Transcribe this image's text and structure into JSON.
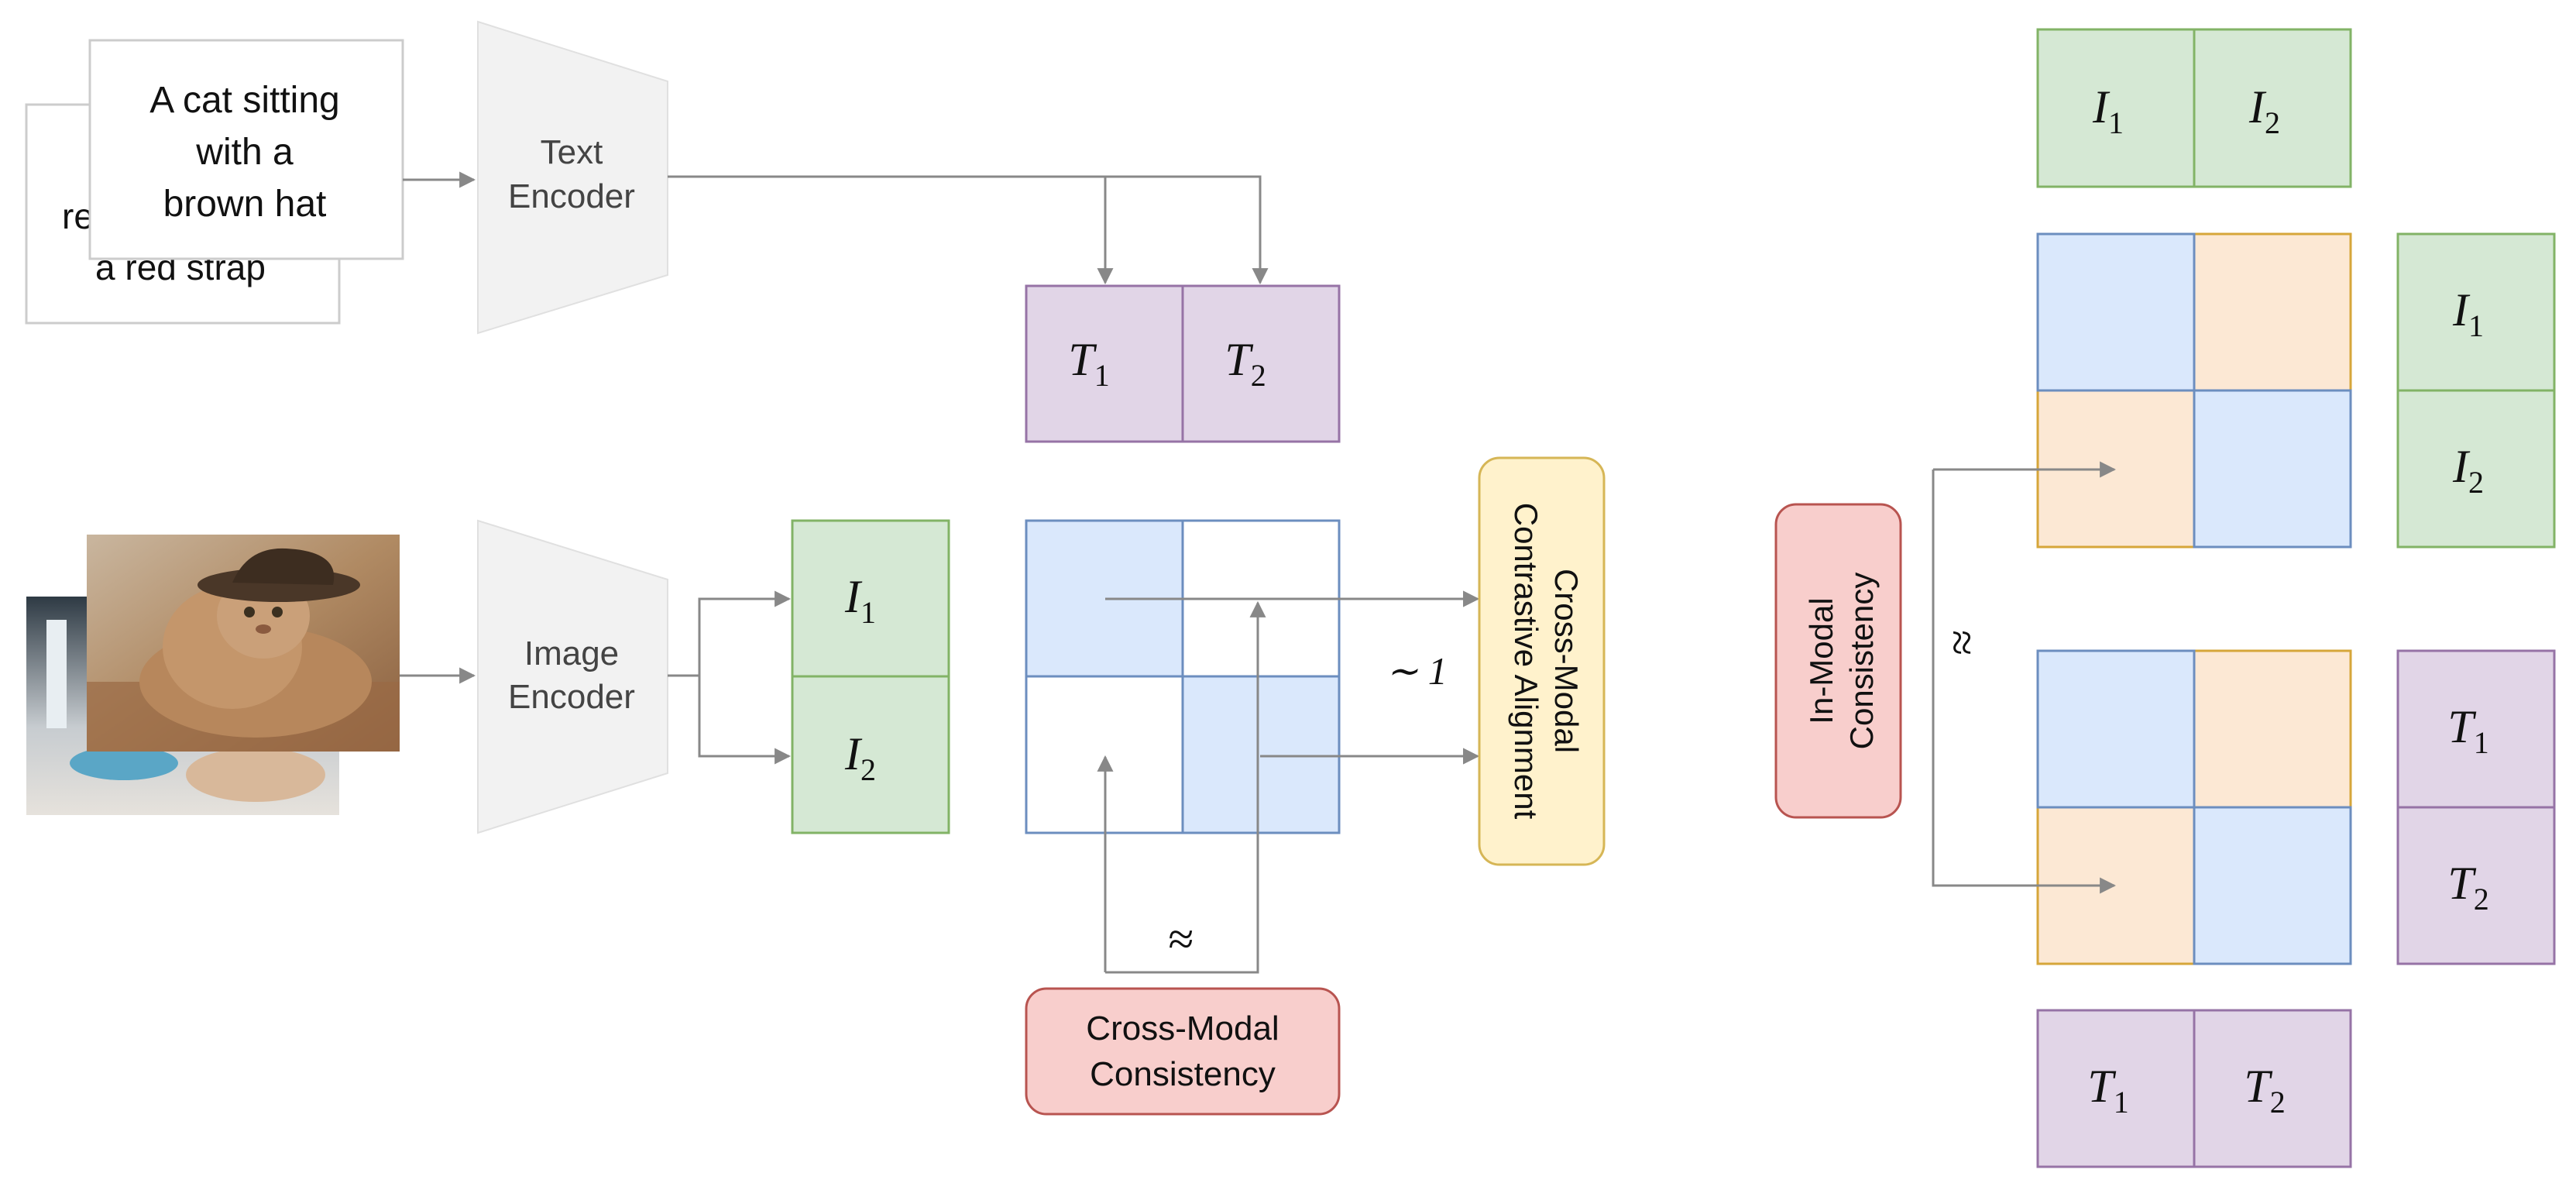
{
  "text_cards": {
    "back_card_lines": [
      "re",
      "a red strap"
    ],
    "front_card_lines": [
      "A cat sitting",
      "with a",
      "brown hat"
    ]
  },
  "encoders": {
    "text": [
      "Text",
      "Encoder"
    ],
    "image": [
      "Image",
      "Encoder"
    ]
  },
  "symbols": {
    "T": "T",
    "I": "I",
    "one": "1",
    "two": "2",
    "approx": "≈",
    "tilde_one": "∼ 1"
  },
  "labels": {
    "contrastive": [
      "Cross-Modal",
      "Contrastive Alignment"
    ],
    "cross_modal_consistency": [
      "Cross-Modal",
      "Consistency"
    ],
    "in_modal_consistency": [
      "In-Modal",
      "Consistency"
    ]
  },
  "colors": {
    "green_fill": "#d5e8d4",
    "green_stroke": "#82b366",
    "purple_fill": "#e1d5e7",
    "purple_stroke": "#9673a6",
    "blue_fill": "#dae8fc",
    "blue_stroke": "#6c8ebf",
    "orange_fill": "#fce8d4",
    "orange_stroke": "#d6a63a",
    "yellow_fill": "#fff2cc",
    "yellow_stroke": "#d6b656",
    "red_fill": "#f8cecc",
    "red_stroke": "#b85450",
    "arrow": "#888888",
    "encoder_fill": "#f2f2f2"
  }
}
